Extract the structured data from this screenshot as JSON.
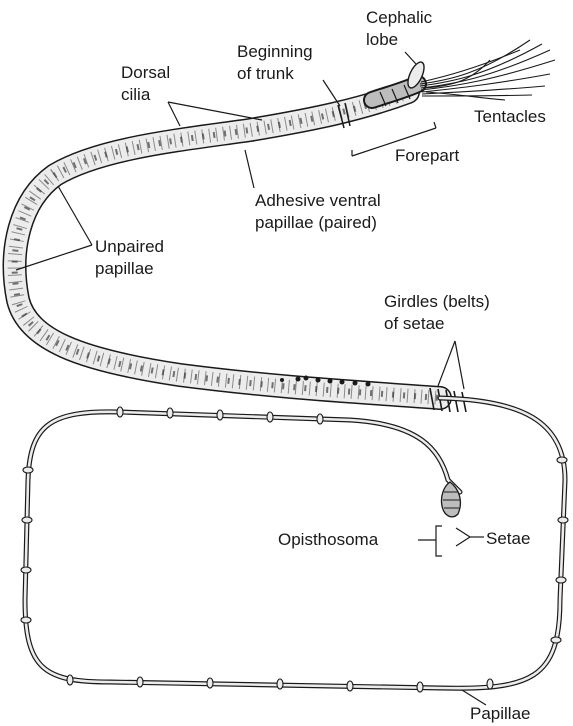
{
  "labels": {
    "cephalic_lobe": [
      "Cephalic",
      "lobe"
    ],
    "beginning_of_trunk": [
      "Beginning",
      "of trunk"
    ],
    "dorsal_cilia": [
      "Dorsal",
      "cilia"
    ],
    "tentacles": "Tentacles",
    "forepart": "Forepart",
    "adhesive_ventral_papillae": [
      "Adhesive ventral",
      "papillae (paired)"
    ],
    "unpaired_papillae": [
      "Unpaired",
      "papillae"
    ],
    "girdles_of_setae": [
      "Girdles (belts)",
      "of setae"
    ],
    "opisthosoma": "Opisthosoma",
    "setae": "Setae",
    "papillae": "Papillae"
  },
  "colors": {
    "ink": "#1a1a1a",
    "body_fill": "#ececec",
    "stipple": "#3a3a3a"
  }
}
